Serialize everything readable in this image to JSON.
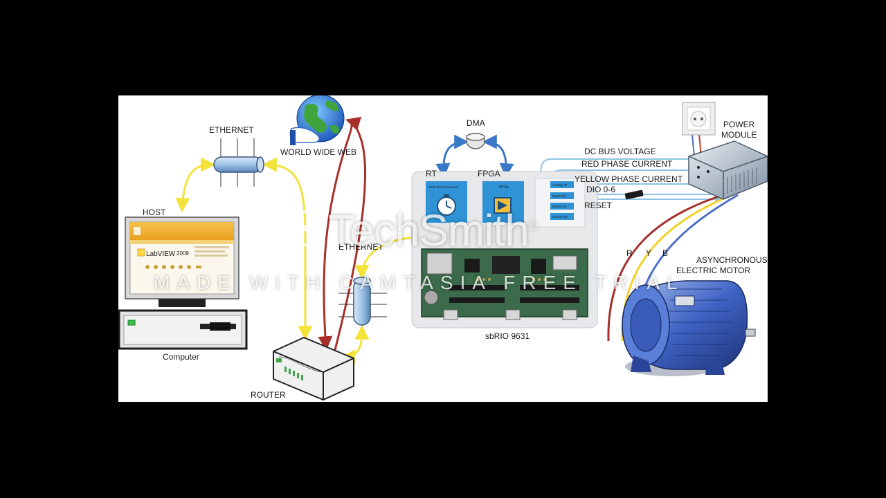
{
  "labels": {
    "ethernet_top": "ETHERNET",
    "world_wide_web": "WORLD WIDE WEB",
    "host": "HOST",
    "computer": "Computer",
    "router": "ROUTER",
    "ethernet_mid": "ETHERNET",
    "dma": "DMA",
    "rt": "RT",
    "fpga": "FPGA",
    "sbrio": "sbRIO 9631",
    "power_module_line1": "POWER",
    "power_module_line2": "MODULE",
    "dc_bus_voltage": "DC BUS VOLTAGE",
    "red_phase_current": "RED PHASE CURRENT",
    "yellow_phase_current": "YELLOW PHASE CURRENT",
    "dio": "DIO 0-6",
    "reset": "RESET",
    "phase_r": "R",
    "phase_y": "Y",
    "phase_b": "B",
    "motor_line1": "ASYNCHRONOUS",
    "motor_line2": "ELECTRIC MOTOR"
  },
  "screen": {
    "app_name": "LabVIEW",
    "app_version": "2009"
  },
  "board_blocks": {
    "rt_block": "Real-Time Processor",
    "fpga_block": "FPGA",
    "io_analog": "Analog I/O",
    "io_digital": "Digital I/O",
    "io_motion": "Motion I/O",
    "io_control": "Control I/O"
  },
  "watermark": {
    "logo": "TechSmith",
    "registered": "®",
    "trial": "MADE WITH CAMTASIA FREE TRIAL"
  },
  "colors": {
    "yellow_link": "#f2e23a",
    "red_link": "#a8302a",
    "blue_link": "#3a78c8",
    "light_blue_signal": "#8fc3e6",
    "dark_red_wire": "#a4302c",
    "yellow_wire": "#f1d12a",
    "blue_wire": "#4d6fc6"
  }
}
